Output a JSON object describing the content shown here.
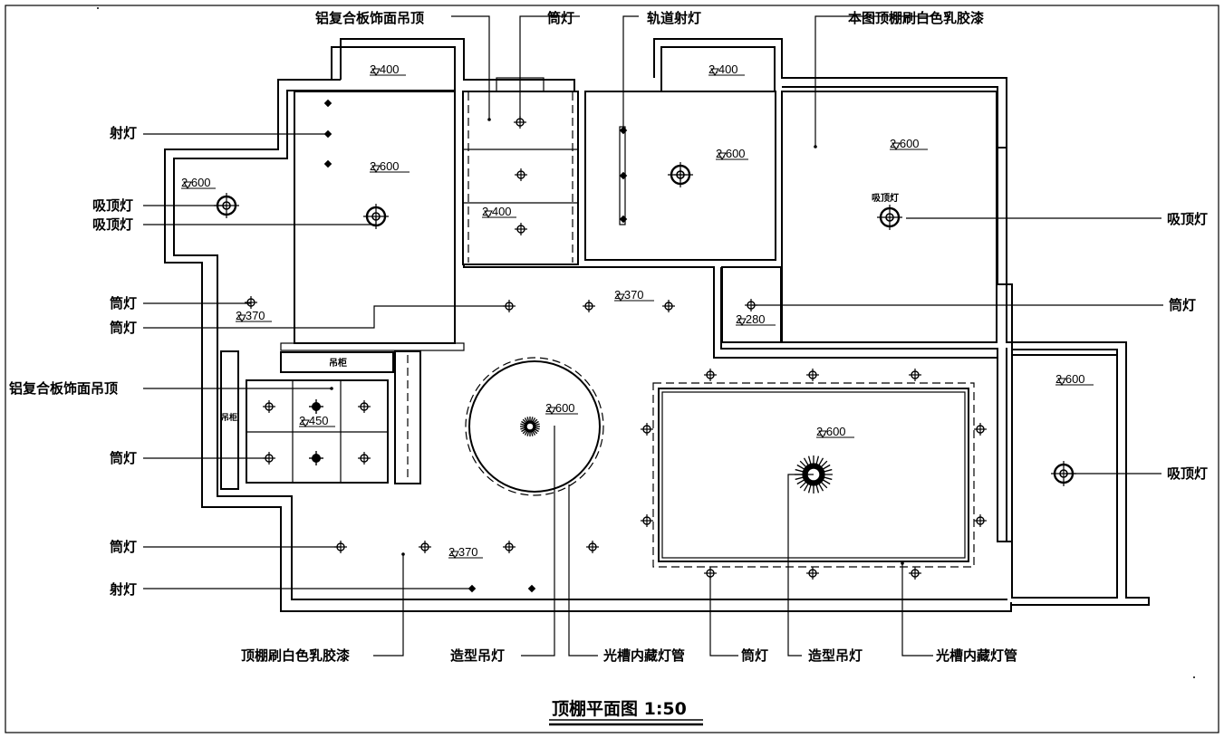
{
  "title": "顶棚平面图 1:50",
  "labels": {
    "lv_aluminum_top": "铝复合板饰面吊顶",
    "lv_tongdeng_top": "筒灯",
    "lv_track": "轨道射灯",
    "lv_note": "本图顶棚刷白色乳胶漆",
    "l_shedeng_1": "射灯",
    "l_xiding_1": "吸顶灯",
    "l_xiding_2": "吸顶灯",
    "l_tong_1": "筒灯",
    "l_tong_2": "筒灯",
    "l_aluminum_left": "铝复合板饰面吊顶",
    "l_tong_3": "筒灯",
    "l_tong_4": "筒灯",
    "l_shedeng_2": "射灯",
    "r_xiding_1": "吸顶灯",
    "r_tong_1": "筒灯",
    "r_xiding_2": "吸顶灯",
    "b_paint": "顶棚刷白色乳胶漆",
    "b_pendant_1": "造型吊灯",
    "b_cove_1": "光槽内藏灯管",
    "b_tong": "筒灯",
    "b_pendant_2": "造型吊灯",
    "b_cove_2": "光槽内藏灯管",
    "inner_xiding": "吸顶灯",
    "cabinet_1": "吊柜",
    "cabinet_2": "吊柜"
  },
  "elevations": {
    "e1": "2.400",
    "e2": "2.400",
    "e3": "2.600",
    "e4": "2.600",
    "e5": "2.600",
    "e6": "2.400",
    "e7": "2.600",
    "e8": "2.370",
    "e9": "2.370",
    "e10": "2.280",
    "e11": "2.450",
    "e12": "2.600",
    "e13": "2.600",
    "e14": "2.600",
    "e15": "2.370"
  }
}
